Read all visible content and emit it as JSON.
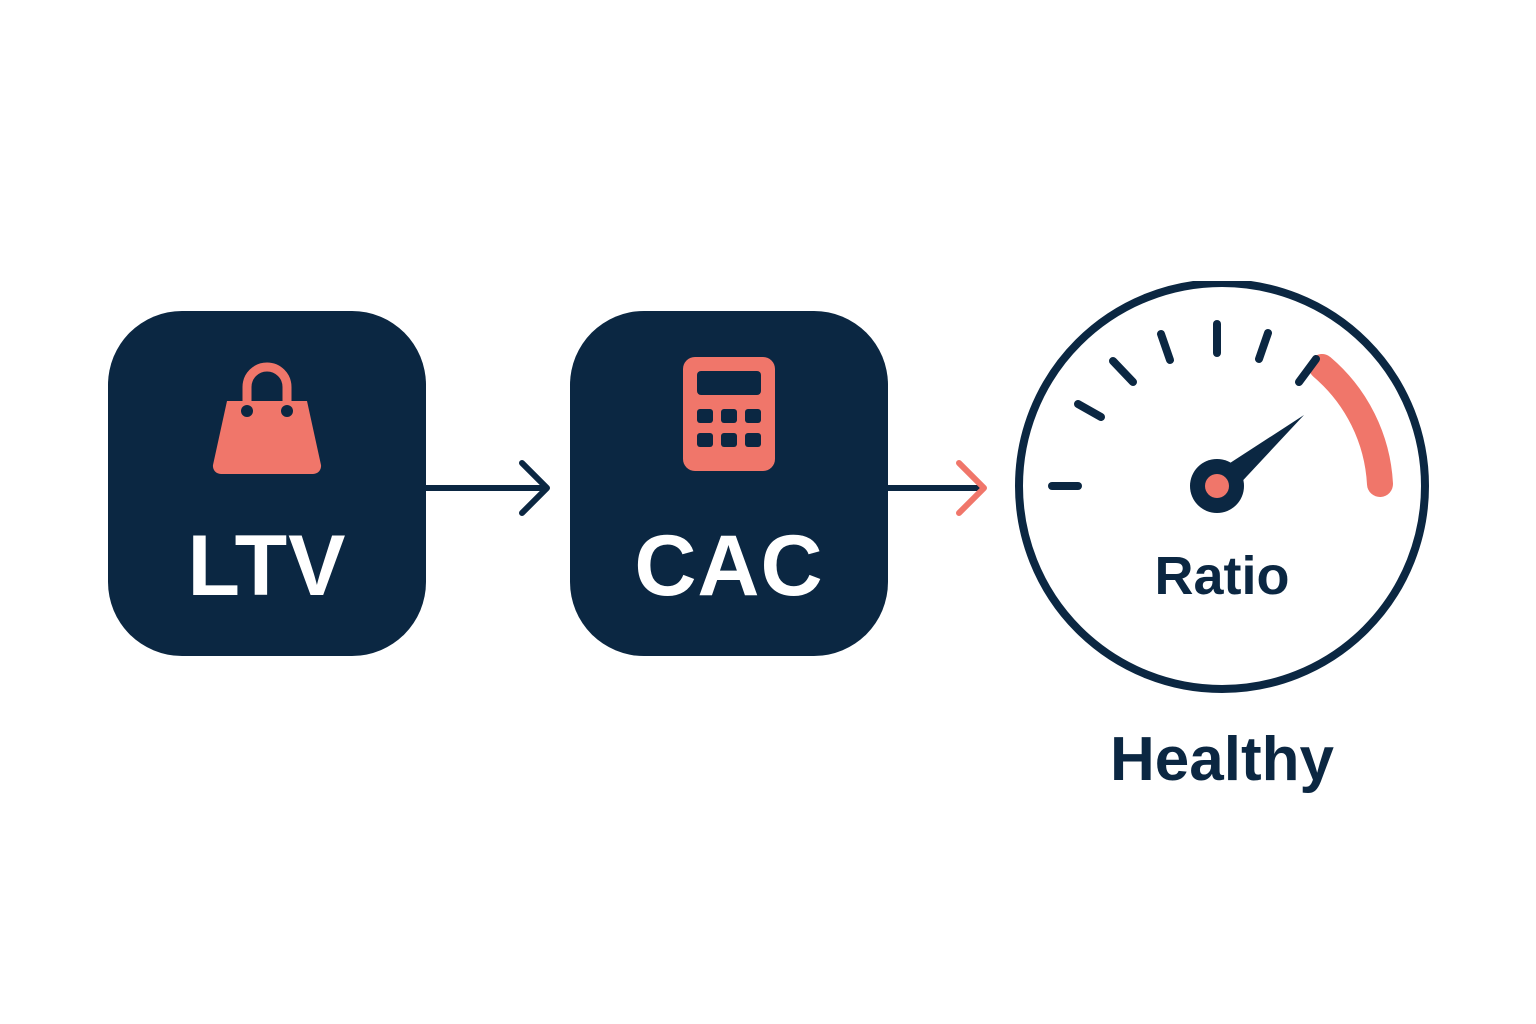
{
  "nodes": [
    {
      "label": "LTV",
      "icon": "shopping-bag-icon"
    },
    {
      "label": "CAC",
      "icon": "calculator-icon"
    }
  ],
  "gauge": {
    "label": "Ratio",
    "status": "Healthy",
    "icon": "speedometer-gauge-icon"
  },
  "colors": {
    "navy": "#0b2742",
    "coral": "#f0766a",
    "background": "#ffffff"
  }
}
